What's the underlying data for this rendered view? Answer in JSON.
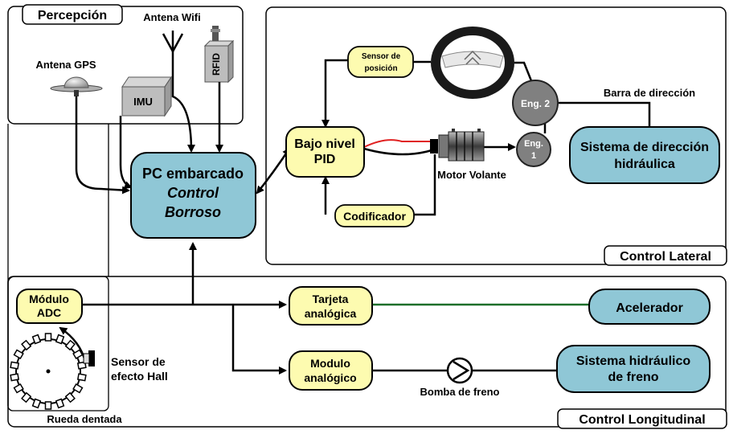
{
  "regions": {
    "percepcion": "Percepción",
    "lateral": "Control Lateral",
    "longitudinal": "Control Longitudinal"
  },
  "blocks": {
    "pc_line1": "PC embarcado",
    "pc_line2": "Control",
    "pc_line3": "Borroso",
    "pid_line1": "Bajo nivel",
    "pid_line2": "PID",
    "sensor_line1": "Sensor de",
    "sensor_line2": "posición",
    "codificador": "Codificador",
    "dir_line1": "Sistema de dirección",
    "dir_line2": "hidráulica",
    "adc_line1": "Módulo",
    "adc_line2": "ADC",
    "tarjeta_line1": "Tarjeta",
    "tarjeta_line2": "analógica",
    "acelerador": "Acelerador",
    "modulo_line1": "Modulo",
    "modulo_line2": "analógico",
    "freno_line1": "Sistema hidráulico",
    "freno_line2": "de freno",
    "imu": "IMU",
    "rfid": "RFID",
    "eng2": "Eng. 2",
    "eng1_line1": "Eng.",
    "eng1_line2": "1"
  },
  "labels": {
    "antena_wifi": "Antena Wifi",
    "antena_gps": "Antena GPS",
    "barra": "Barra de dirección",
    "motor": "Motor Volante",
    "hall_line1": "Sensor de",
    "hall_line2": "efecto Hall",
    "rueda": "Rueda dentada",
    "bomba": "Bomba de freno"
  },
  "colors": {
    "blue_block": "#8fc7d6",
    "yellow_block": "#fdfbb0",
    "gear_gray": "#808080",
    "red_wire": "#e02020",
    "green_wire": "#1d6f2a"
  }
}
